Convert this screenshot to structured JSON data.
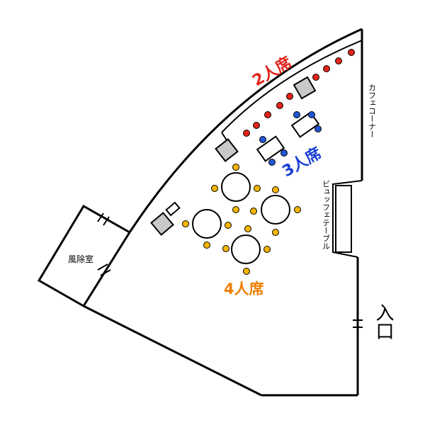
{
  "labels": {
    "two_seat": "2人席",
    "three_seat": "3人席",
    "four_seat": "4人席",
    "cafe_corner": "カフェコーナー",
    "buffet_table": "ビュッフェテーブル",
    "windbreak_room": "風除室",
    "entrance": "入口"
  },
  "colors": {
    "two_seat": "#e2231a",
    "three_seat": "#1a3fd6",
    "four_seat": "#ef7d00",
    "seat_red": "#e2231a",
    "seat_blue": "#2157d6",
    "seat_yellow": "#f4b400",
    "pillar": "#c8c8c8",
    "wall": "#000000"
  }
}
